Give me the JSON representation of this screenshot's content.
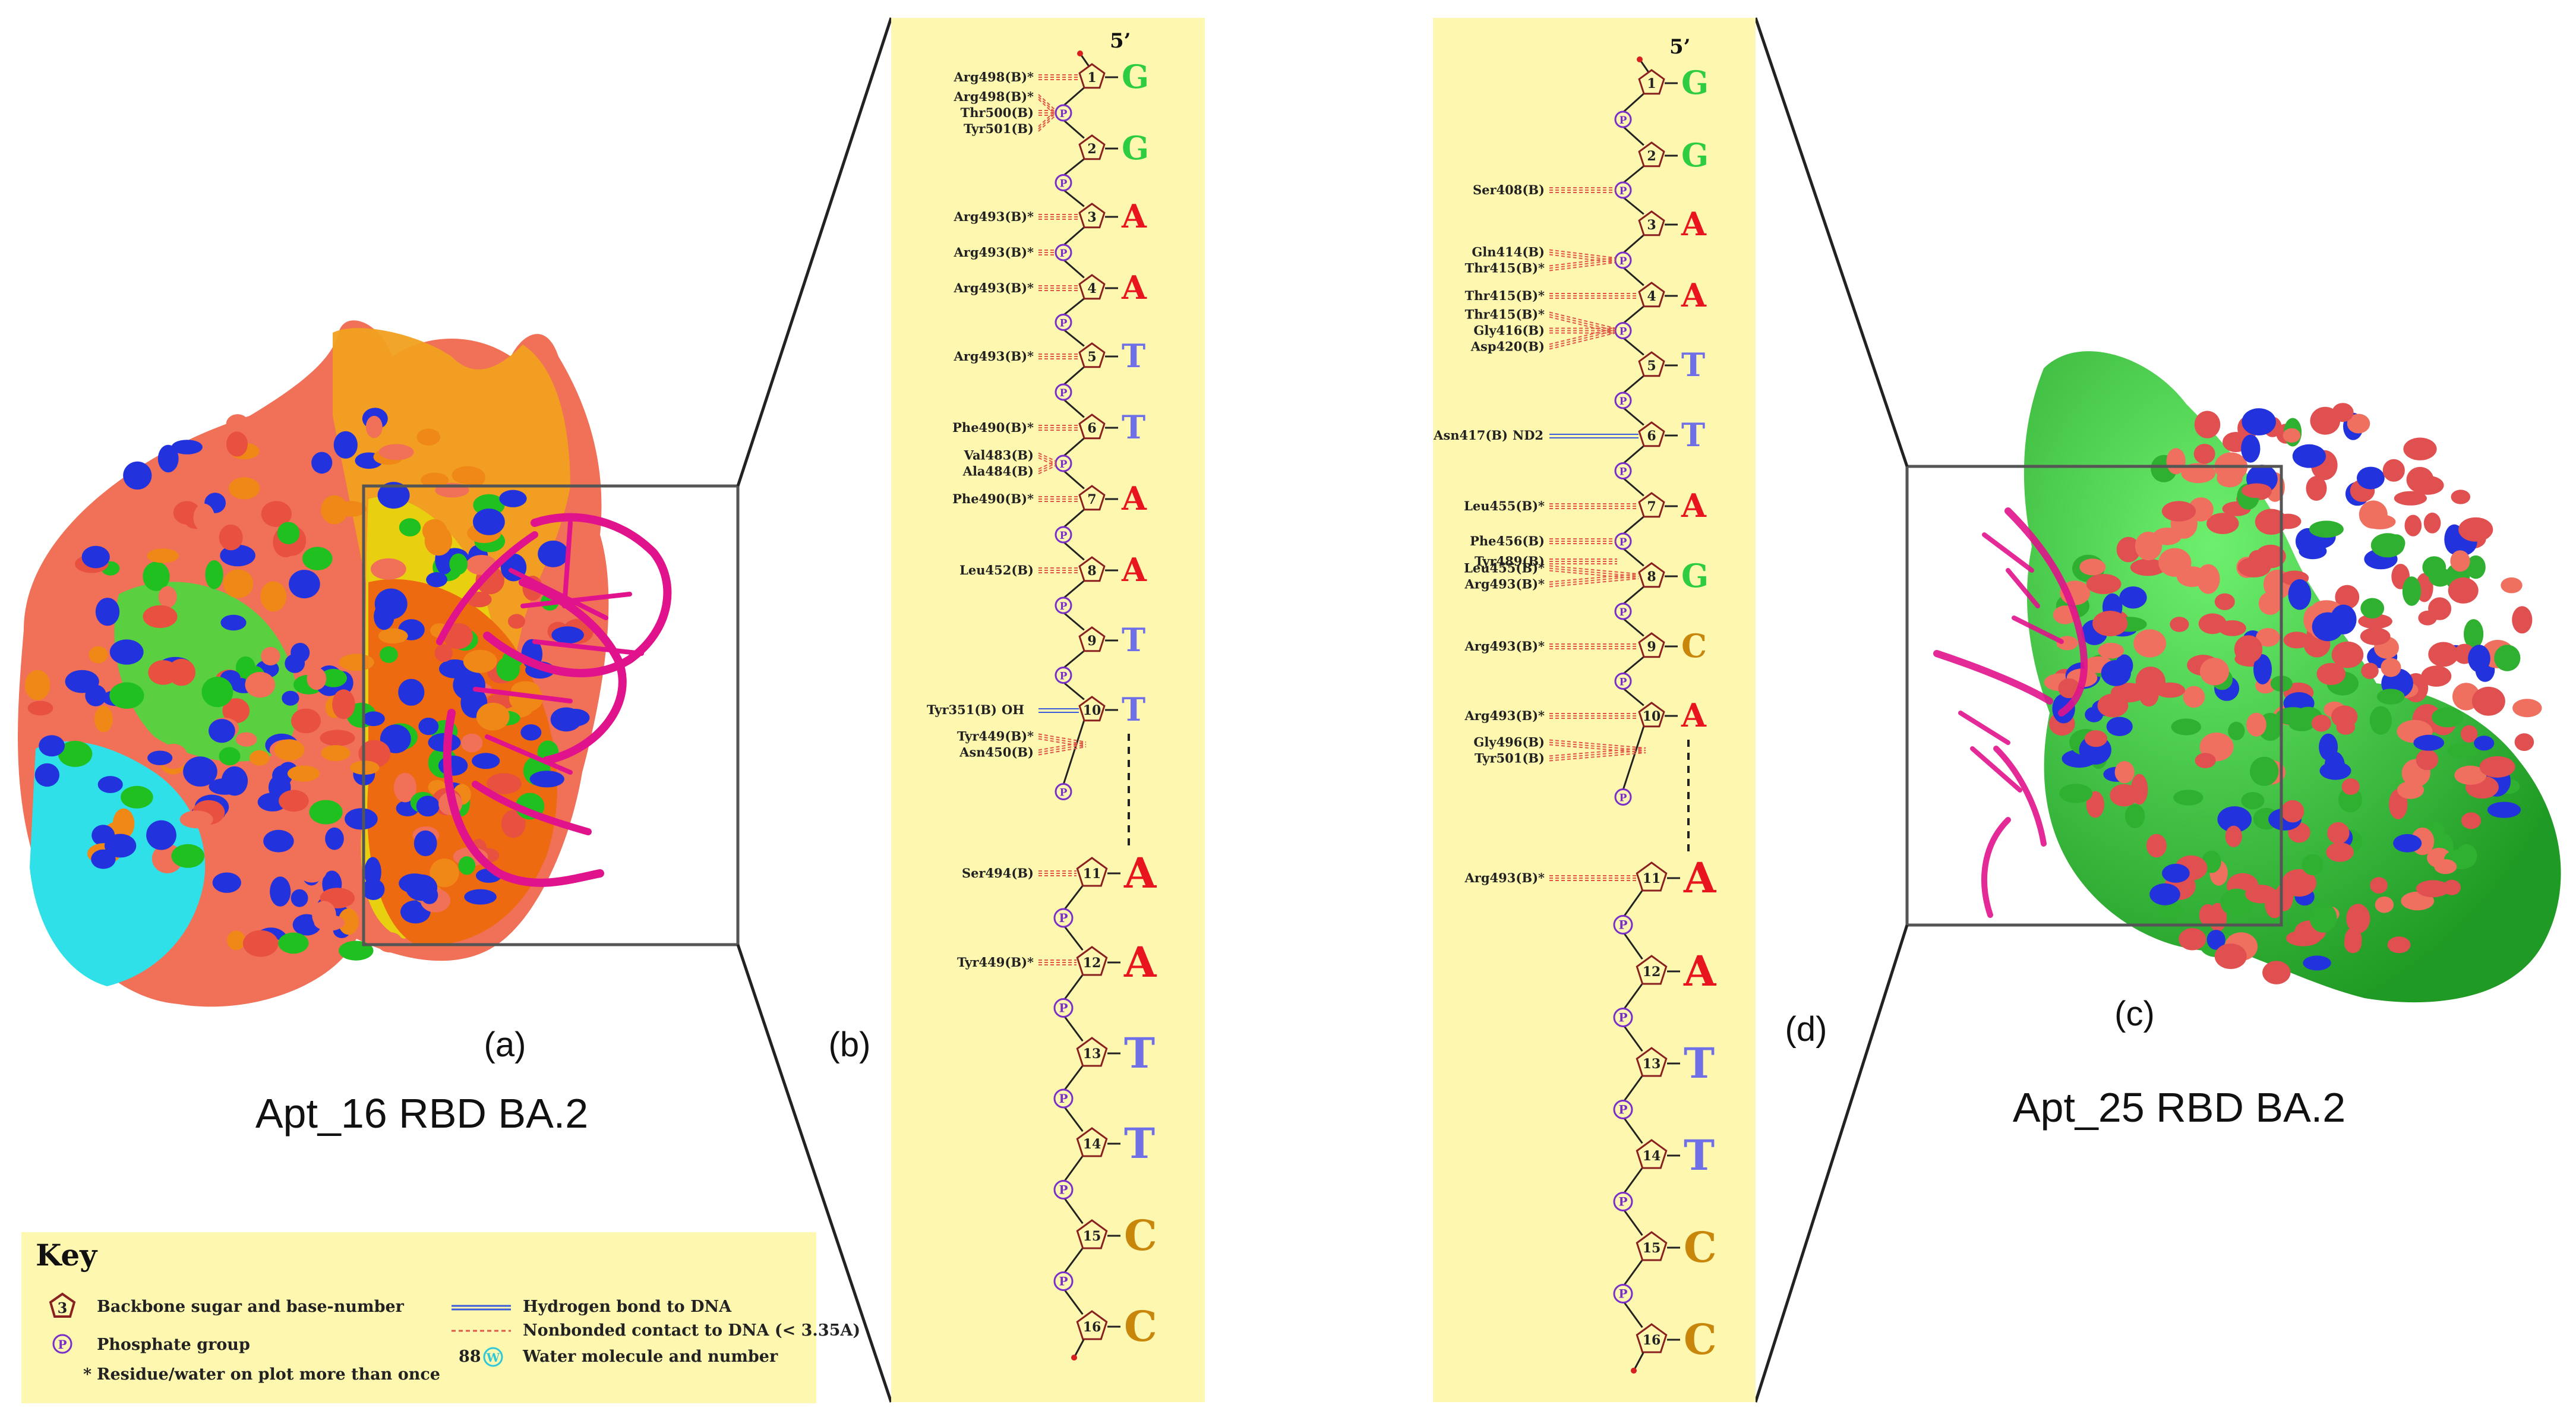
{
  "panels": {
    "a": {
      "label": "(a)",
      "title": "Apt_16 RBD BA.2"
    },
    "b": {
      "label": "(b)"
    },
    "c": {
      "label": "(c)",
      "title": "Apt_25 RBD BA.2"
    },
    "d": {
      "label": "(d)"
    }
  },
  "strand_end": "5’",
  "phosphate_symbol": "P",
  "base_colors": {
    "G": "#2ecc40",
    "A": "#e8141e",
    "T": "#6f6fe8",
    "C": "#c8860a"
  },
  "strand_b": {
    "bases": [
      "G",
      "G",
      "A",
      "A",
      "T",
      "T",
      "A",
      "A",
      "T",
      "T",
      "A",
      "A",
      "T",
      "T",
      "C",
      "C"
    ],
    "contacts": [
      {
        "label": "Arg498(B)*",
        "at": "s1"
      },
      {
        "label": "Arg498(B)*",
        "at": "p1"
      },
      {
        "label": "Thr500(B)",
        "at": "p1"
      },
      {
        "label": "Tyr501(B)",
        "at": "p1"
      },
      {
        "label": "Arg493(B)*",
        "at": "s3"
      },
      {
        "label": "Arg493(B)*",
        "at": "p3"
      },
      {
        "label": "Arg493(B)*",
        "at": "s4"
      },
      {
        "label": "Arg493(B)*",
        "at": "s5"
      },
      {
        "label": "Phe490(B)*",
        "at": "s6"
      },
      {
        "label": "Val483(B)",
        "at": "p6"
      },
      {
        "label": "Ala484(B)",
        "at": "p6"
      },
      {
        "label": "Phe490(B)*",
        "at": "s7"
      },
      {
        "label": "Leu452(B)",
        "at": "s8"
      },
      {
        "label": "Tyr449(B)*",
        "at": "s10b"
      },
      {
        "label": "Asn450(B)",
        "at": "s10b"
      },
      {
        "label": "Ser494(B)",
        "at": "s11"
      },
      {
        "label": "Tyr449(B)*",
        "at": "s12"
      }
    ],
    "hbond": {
      "label": "Tyr351(B)",
      "atom": "OH",
      "at": "s10"
    }
  },
  "strand_d": {
    "bases": [
      "G",
      "G",
      "A",
      "A",
      "T",
      "T",
      "A",
      "G",
      "C",
      "A",
      "A",
      "A",
      "T",
      "T",
      "C",
      "C"
    ],
    "contacts": [
      {
        "label": "Ser408(B)",
        "at": "p2"
      },
      {
        "label": "Gln414(B)",
        "at": "p3"
      },
      {
        "label": "Thr415(B)*",
        "at": "p3"
      },
      {
        "label": "Thr415(B)*",
        "at": "s4"
      },
      {
        "label": "Thr415(B)*",
        "at": "p4"
      },
      {
        "label": "Gly416(B)",
        "at": "p4"
      },
      {
        "label": "Asp420(B)",
        "at": "p4"
      },
      {
        "label": "Leu455(B)*",
        "at": "s7"
      },
      {
        "label": "Phe456(B)",
        "at": "p7"
      },
      {
        "label": "Tyr489(B)",
        "at": "p7b"
      },
      {
        "label": "Leu455(B)*",
        "at": "s8"
      },
      {
        "label": "Arg493(B)*",
        "at": "s8"
      },
      {
        "label": "Arg493(B)*",
        "at": "s9"
      },
      {
        "label": "Arg493(B)*",
        "at": "s10"
      },
      {
        "label": "Gly496(B)",
        "at": "s10b"
      },
      {
        "label": "Tyr501(B)",
        "at": "s10b"
      },
      {
        "label": "Arg493(B)*",
        "at": "s11"
      }
    ],
    "hbond": {
      "label": "Asn417(B)",
      "atom": "ND2",
      "at": "s6"
    }
  },
  "key": {
    "title": "Key",
    "items": [
      {
        "symbol": "3",
        "text": "Backbone sugar and base-number"
      },
      {
        "symbol": "P",
        "text": "Phosphate group"
      },
      {
        "symbol": "*",
        "text": "Residue/water on plot more than once"
      },
      {
        "symbol": "",
        "text": "Hydrogen bond to DNA"
      },
      {
        "symbol": "",
        "text": "Nonbonded contact to DNA (< 3.35A)"
      },
      {
        "symbol": "88",
        "text": "Water molecule and number"
      }
    ],
    "water_symbol": "W"
  },
  "colors": {
    "panel_bg": "#fdf7b0",
    "hbond": "#3b5bdb",
    "nonbonded": "#e0574a",
    "sugar": "#8a2020",
    "phosphate": "#7a2fc8",
    "dna_ribbon": "#e0138c"
  }
}
